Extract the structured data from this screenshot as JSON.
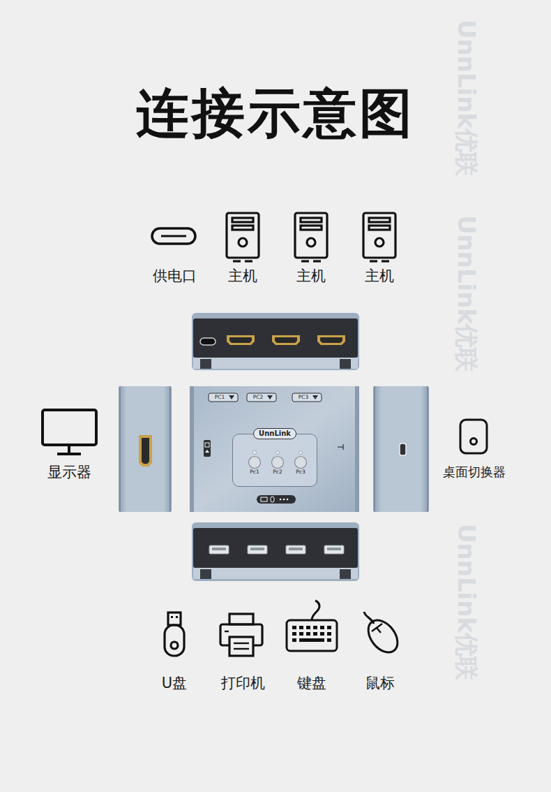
{
  "diagram": {
    "title": "连接示意图",
    "nodes": [
      {
        "text": [
          "UnnLink"
        ]
      },
      {
        "text": [
          "Pc1"
        ],
        "in": 0
      },
      {
        "text": [
          "Pc2"
        ],
        "in": 0
      },
      {
        "text": [
          "Pc3"
        ],
        "in": 0
      }
    ],
    "labels": [
      "供电口",
      "主机",
      "主机",
      "主机",
      "PC1",
      "PC2",
      "PC3",
      "显示器",
      "桌面切换器",
      "U盘",
      "打印机",
      "键盘",
      "鼠标",
      "UnnLink优联",
      "UnnLink优联",
      "UnnLink优联"
    ]
  }
}
